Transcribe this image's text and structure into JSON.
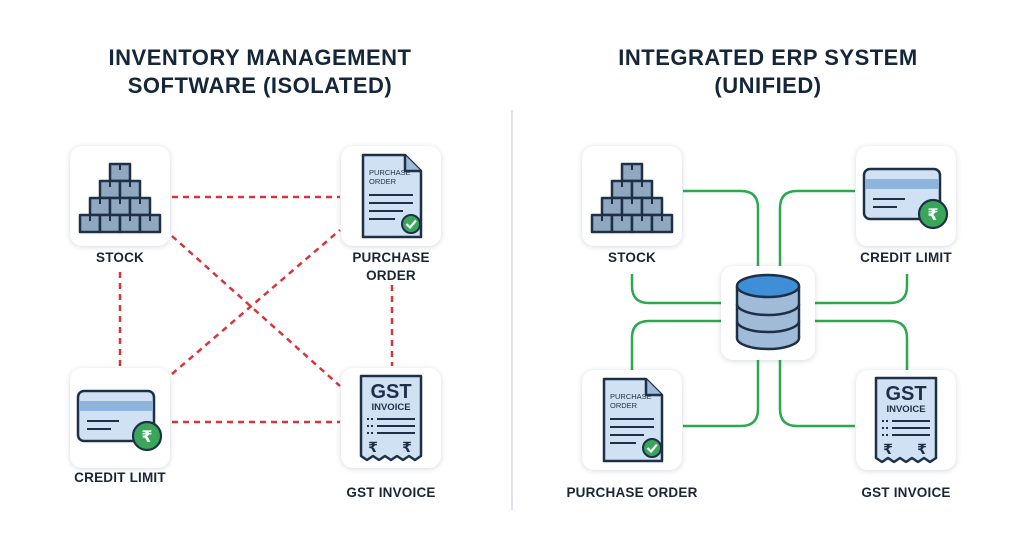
{
  "left_panel": {
    "title_line1": "INVENTORY MANAGEMENT",
    "title_line2": "SOFTWARE (ISOLATED)",
    "stock_label": "STOCK",
    "purchase_order_label_line1": "PURCHASE",
    "purchase_order_label_line2": "ORDER",
    "credit_limit_label": "CREDIT LIMIT",
    "gst_invoice_label": "GST INVOICE"
  },
  "right_panel": {
    "title_line1": "INTEGRATED ERP SYSTEM",
    "title_line2": "(UNIFIED)",
    "stock_label": "STOCK",
    "credit_limit_label": "CREDIT LIMIT",
    "purchase_order_label": "PURCHASE ORDER",
    "gst_invoice_label": "GST INVOICE"
  },
  "icon_text": {
    "po_line1": "PURCHASE",
    "po_line2": "ORDER",
    "gst": "GST",
    "invoice": "INVOICE",
    "rupee": "₹"
  },
  "icons": {
    "stock": "stacked-boxes-icon",
    "purchase_order": "purchase-order-document-icon",
    "credit_limit": "credit-card-rupee-icon",
    "gst_invoice": "gst-invoice-receipt-icon",
    "database": "database-icon"
  },
  "colors": {
    "isolated_link": "#d9343a",
    "unified_link": "#2ea84f",
    "icon_fill": "#cfe1f3",
    "icon_stroke": "#1e3048",
    "check_green": "#39a65a",
    "db_top": "#3f8fd6"
  }
}
